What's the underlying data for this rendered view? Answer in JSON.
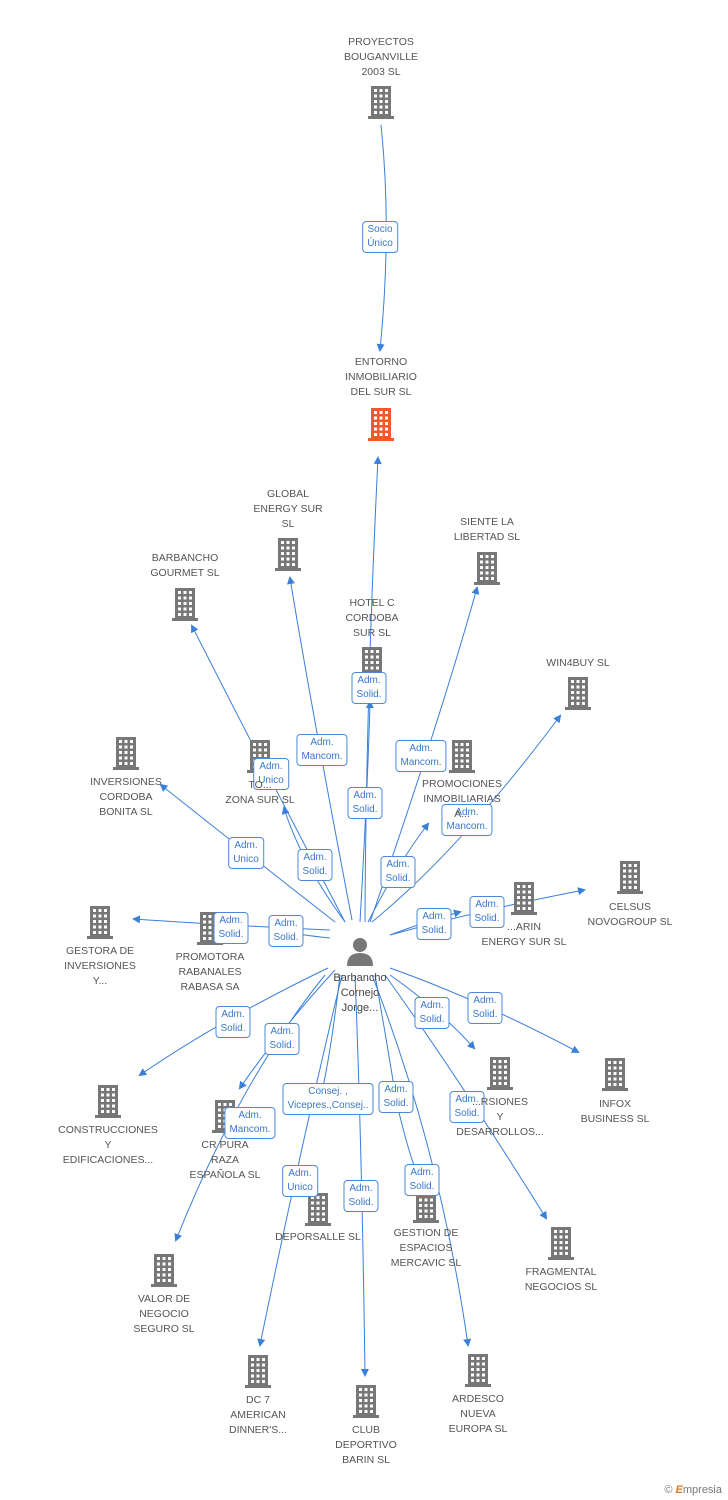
{
  "colors": {
    "edge": "#3a7fd8",
    "building": "#777777",
    "highlight": "#f05a28",
    "person": "#777777"
  },
  "center": {
    "name": "Barbancho\nCornejo\nJorge..."
  },
  "nodes": [
    {
      "id": "n1",
      "name": "PROYECTOS\nBOUGANVILLE\n2003 SL",
      "icon": "building-icon"
    },
    {
      "id": "n2",
      "name": "ENTORNO\nINMOBILIARIO\nDEL SUR SL",
      "icon": "building-icon",
      "highlight": true
    },
    {
      "id": "n3",
      "name": "GLOBAL\nENERGY SUR\nSL",
      "icon": "building-icon"
    },
    {
      "id": "n4",
      "name": "SIENTE LA\nLIBERTAD SL",
      "icon": "building-icon"
    },
    {
      "id": "n5",
      "name": "BARBANCHO\nGOURMET SL",
      "icon": "building-icon"
    },
    {
      "id": "n6",
      "name": "HOTEL C\nCORDOBA\nSUR SL",
      "icon": "building-icon"
    },
    {
      "id": "n7",
      "name": "WIN4BUY  SL",
      "icon": "building-icon"
    },
    {
      "id": "n8",
      "name": "INVERSIONES\nCORDOBA\nBONITA SL",
      "icon": "building-icon"
    },
    {
      "id": "n9",
      "name": "TO...\nZONA SUR SL",
      "icon": "building-icon"
    },
    {
      "id": "n10",
      "name": "PROMOCIONES\nINMOBILIARIAS\nA...",
      "icon": "building-icon"
    },
    {
      "id": "n11",
      "name": "CELSUS\nNOVOGROUP SL",
      "icon": "building-icon"
    },
    {
      "id": "n12",
      "name": "...ARIN\nENERGY SUR SL",
      "icon": "building-icon"
    },
    {
      "id": "n13",
      "name": "GESTORA DE\nINVERSIONES\nY...",
      "icon": "building-icon"
    },
    {
      "id": "n14",
      "name": "PROMOTORA\nRABANALES\nRABASA SA",
      "icon": "building-icon"
    },
    {
      "id": "n15",
      "name": "INFOX\nBUSINESS SL",
      "icon": "building-icon"
    },
    {
      "id": "n16",
      "name": "...RSIONES\nY\nDESARROLLOS...",
      "icon": "building-icon"
    },
    {
      "id": "n17",
      "name": "CONSTRUCCIONES\nY\nEDIFICACIONES...",
      "icon": "building-icon"
    },
    {
      "id": "n18",
      "name": "CR PURA\nRAZA\nESPAÑOLA  SL",
      "icon": "building-icon"
    },
    {
      "id": "n19",
      "name": "DEPORSALLE SL",
      "icon": "building-icon"
    },
    {
      "id": "n20",
      "name": "GESTION DE\nESPACIOS\nMERCAVIC SL",
      "icon": "building-icon"
    },
    {
      "id": "n21",
      "name": "FRAGMENTAL\nNEGOCIOS SL",
      "icon": "building-icon"
    },
    {
      "id": "n22",
      "name": "VALOR DE\nNEGOCIO\nSEGURO SL",
      "icon": "building-icon"
    },
    {
      "id": "n23",
      "name": "DC 7\nAMERICAN\nDINNER'S...",
      "icon": "building-icon"
    },
    {
      "id": "n24",
      "name": "CLUB\nDEPORTIVO\nBARIN SL",
      "icon": "building-icon"
    },
    {
      "id": "n25",
      "name": "ARDESCO\nNUEVA\nEUROPA SL",
      "icon": "building-icon"
    }
  ],
  "edges": [
    {
      "id": "e1",
      "label": "Socio\nÚnico"
    },
    {
      "id": "e2",
      "label": "Adm.\nSolid."
    },
    {
      "id": "e3",
      "label": "Adm.\nMancom."
    },
    {
      "id": "e4",
      "label": "Adm.\nUnico"
    },
    {
      "id": "e5",
      "label": "Adm.\nSolid."
    },
    {
      "id": "e6",
      "label": "Adm.\nMancom."
    },
    {
      "id": "e7",
      "label": "Adm.\nMancom."
    },
    {
      "id": "e8",
      "label": "Adm.\nUnico"
    },
    {
      "id": "e9",
      "label": "Adm.\nSolid."
    },
    {
      "id": "e10",
      "label": "Adm.\nSolid."
    },
    {
      "id": "e11",
      "label": "Adm.\nSolid."
    },
    {
      "id": "e12",
      "label": "Adm.\nSolid."
    },
    {
      "id": "e13",
      "label": "Adm.\nSolid."
    },
    {
      "id": "e14",
      "label": "Adm.\nSolid."
    },
    {
      "id": "e15",
      "label": "Adm.\nSolid."
    },
    {
      "id": "e16",
      "label": "Adm.\nSolid."
    },
    {
      "id": "e17",
      "label": "Adm.\nSolid."
    },
    {
      "id": "e18",
      "label": "Adm.\nSolid."
    },
    {
      "id": "e19",
      "label": "Consej. ,\nVicepres.,Consej.."
    },
    {
      "id": "e20",
      "label": "Adm.\nSolid."
    },
    {
      "id": "e21",
      "label": "Adm.\nMancom."
    },
    {
      "id": "e22",
      "label": "Adm.\nSolid."
    },
    {
      "id": "e23",
      "label": "Adm.\nUnico"
    },
    {
      "id": "e24",
      "label": "Adm.\nSolid."
    },
    {
      "id": "e25",
      "label": "Adm.\nSolid."
    }
  ],
  "credit": {
    "symbol": "©",
    "brand_initial": "E",
    "brand_rest": "mpresia"
  }
}
